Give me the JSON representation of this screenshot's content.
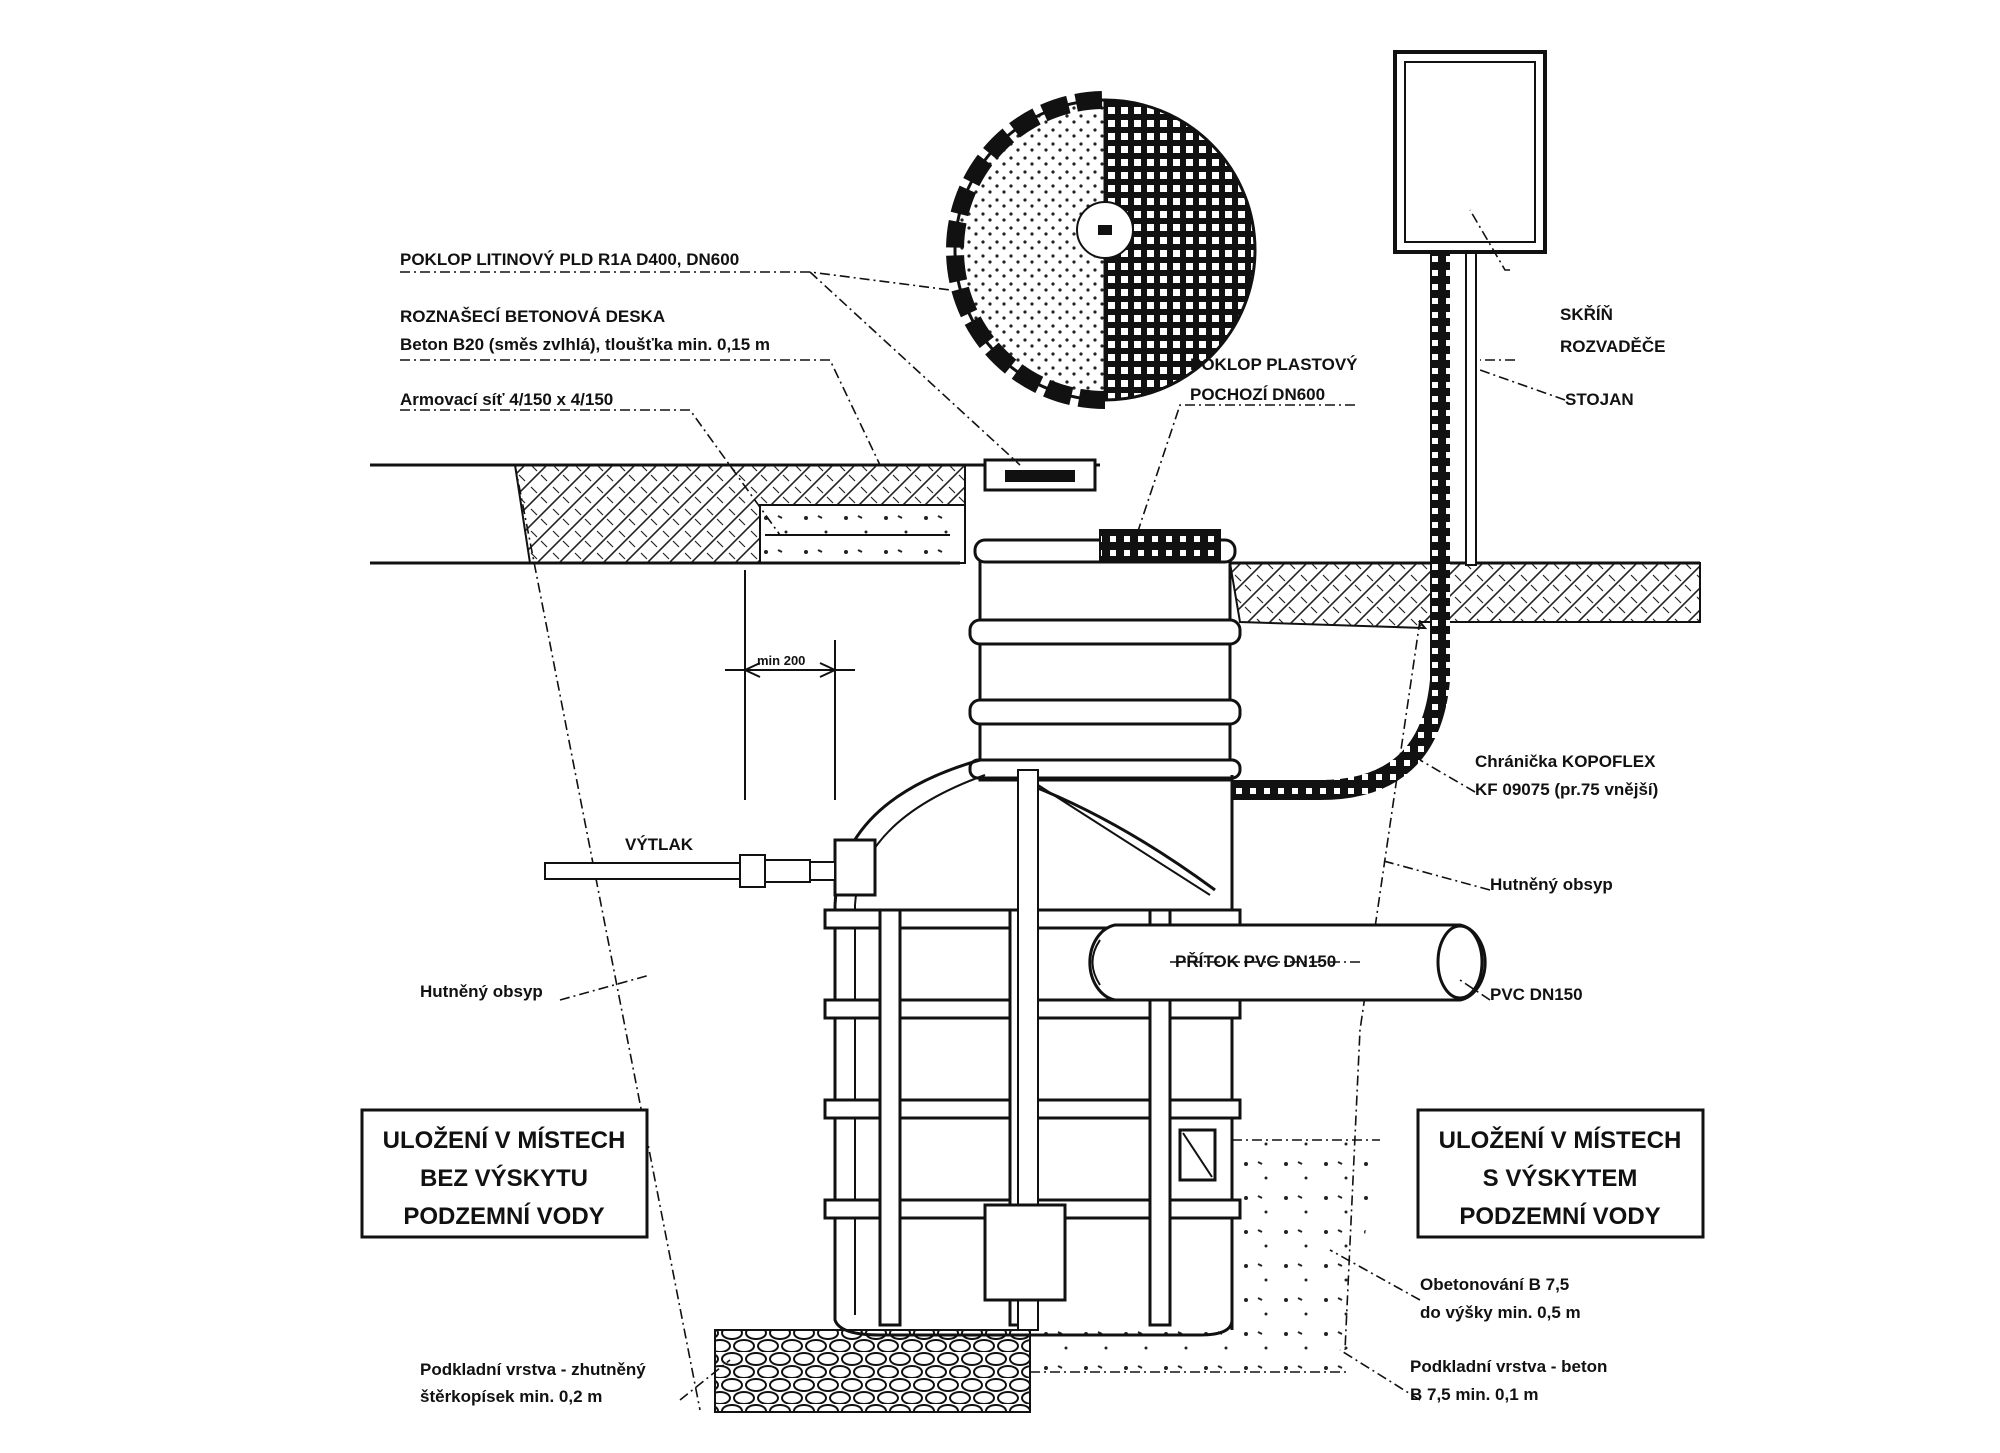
{
  "labels": {
    "poklop_litinovy": "POKLOP LITINOVÝ PLD R1A D400, DN600",
    "roznaseci_deska": "ROZNAŠECÍ BETONOVÁ DESKA",
    "beton_b20": "Beton B20 (směs zvlhlá), tloušťka min. 0,15 m",
    "armovaci_sit": "Armovací síť 4/150 x 4/150",
    "poklop_plastovy_1": "POKLOP PLASTOVÝ",
    "poklop_plastovy_2": "POCHOZÍ DN600",
    "skrin_1": "SKŘÍŇ",
    "skrin_2": "ROZVADĚČE",
    "stojan": "STOJAN",
    "min200": "min 200",
    "chranicka_1": "Chránička KOPOFLEX",
    "chranicka_2": "KF 09075 (pr.75 vnější)",
    "hutneny_right": "Hutněný obsyp",
    "vytlak": "VÝTLAK",
    "pritok": "PŘÍTOK PVC DN150",
    "pvc": "PVC DN150",
    "hutneny_left": "Hutněný obsyp",
    "obetonovani_1": "Obetonování B 7,5",
    "obetonovani_2": "do výšky min. 0,5 m",
    "podkladni_left_1": "Podkladní vrstva - zhutněný",
    "podkladni_left_2": "štěrkopísek min. 0,2 m",
    "podkladni_right_1": "Podkladní vrstva - beton",
    "podkladni_right_2": "B 7,5 min. 0,1 m"
  },
  "box_left": [
    "ULOŽENÍ V MÍSTECH",
    "BEZ VÝSKYTU",
    "PODZEMNÍ VODY"
  ],
  "box_right": [
    "ULOŽENÍ V MÍSTECH",
    "S VÝSKYTEM",
    "PODZEMNÍ VODY"
  ]
}
